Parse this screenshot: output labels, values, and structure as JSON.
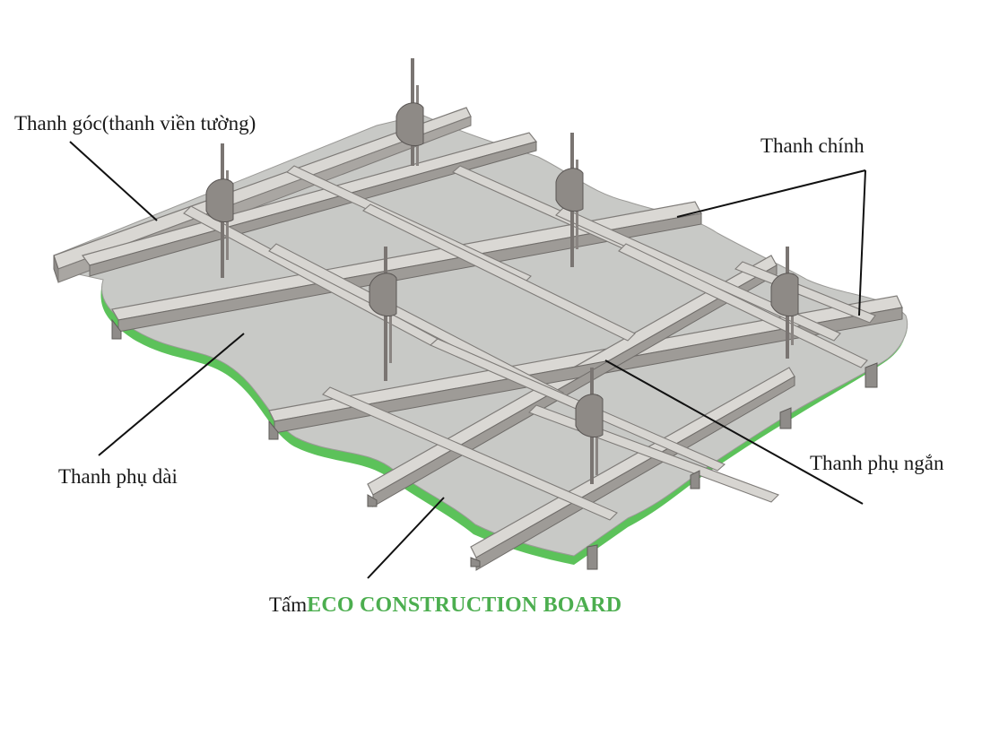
{
  "labels": {
    "corner_rail": "Thanh góc(thanh viền tường)",
    "main_rail": "Thanh chính",
    "long_cross_rail": "Thanh phụ dài",
    "short_cross_rail": "Thanh phụ ngắn",
    "board_prefix": "Tấm",
    "board_brand": "ECO CONSTRUCTION BOARD"
  },
  "colors": {
    "brand": "#4cae4f",
    "panel": "#c8c9c6",
    "rail": "#d8d6d2",
    "rail_dark": "#8a8784",
    "board_edge": "#5cc25a"
  }
}
